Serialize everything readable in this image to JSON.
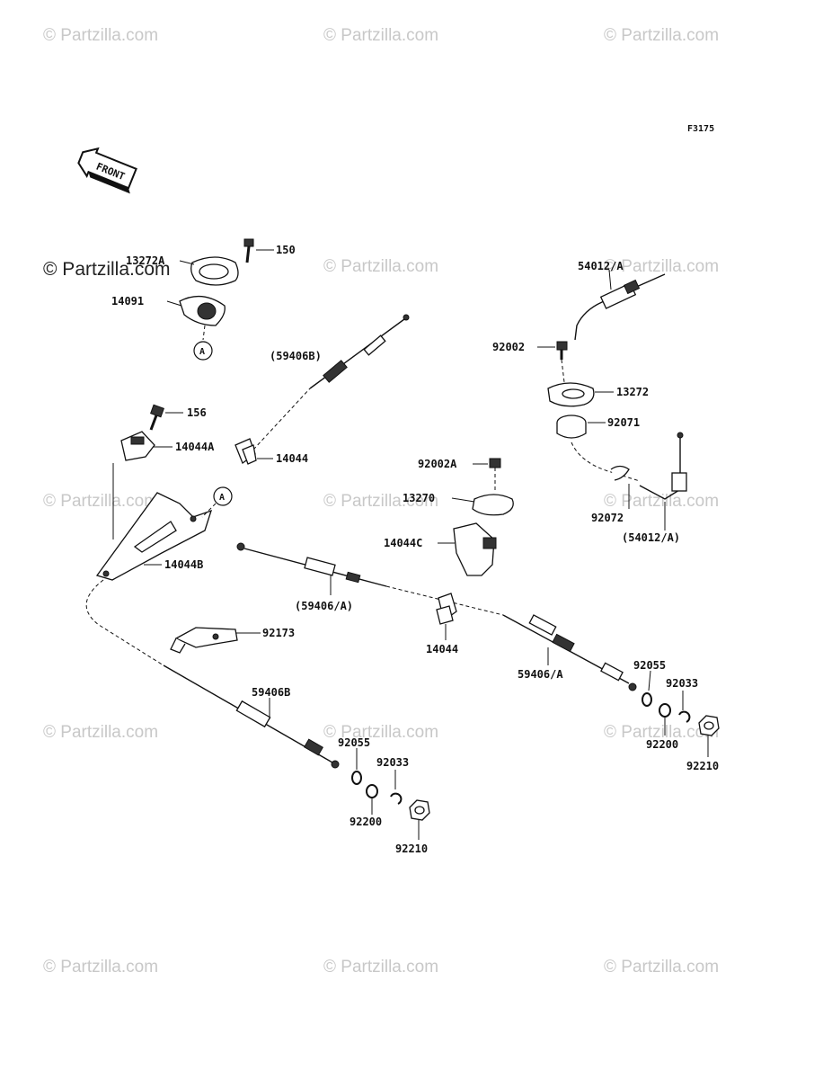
{
  "figure_code": "F3175",
  "front_label": "FRONT",
  "watermark": "© Partzilla.com",
  "circle_ref": "A",
  "labels": {
    "p150": "150",
    "p13272A": "13272A",
    "p14091": "14091",
    "p59406B_paren": "(59406B)",
    "p156": "156",
    "p14044A": "14044A",
    "p14044_top": "14044",
    "p14044B": "14044B",
    "p92002A": "92002A",
    "p13270": "13270",
    "p14044C": "14044C",
    "p59406A_paren": "(59406/A)",
    "p14044_mid": "14044",
    "p92173": "92173",
    "p59406B": "59406B",
    "p92055_left": "92055",
    "p92033_left": "92033",
    "p92200_left": "92200",
    "p92210_left": "92210",
    "p54012A": "54012/A",
    "p92002": "92002",
    "p13272": "13272",
    "p92071": "92071",
    "p92072": "92072",
    "p54012A_paren": "(54012/A)",
    "p59406A": "59406/A",
    "p92055_right": "92055",
    "p92033_right": "92033",
    "p92200_right": "92200",
    "p92210_right": "92210"
  }
}
